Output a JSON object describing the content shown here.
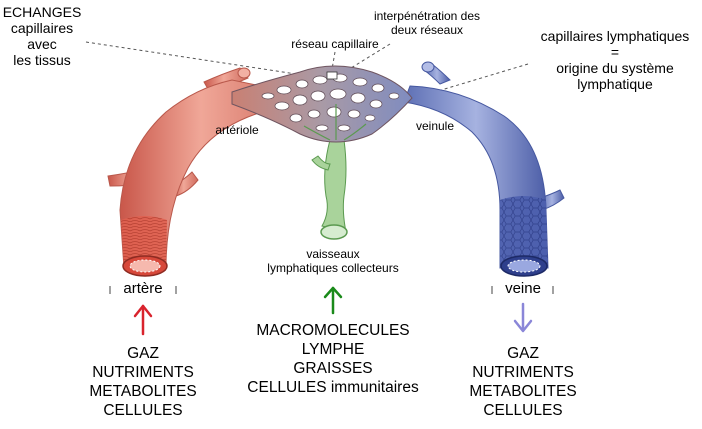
{
  "labels": {
    "echanges": [
      "ECHANGES",
      "capillaires",
      "avec",
      "les tissus"
    ],
    "reseau_capillaire": "réseau capillaire",
    "interpenetration": [
      "interpénétration des",
      "deux réseaux"
    ],
    "capillaires_lymphatiques": [
      "capillaires lymphatiques",
      "=",
      "origine du système",
      "lymphatique"
    ],
    "arteriole": "artériole",
    "veinule": "veinule",
    "vaisseaux": [
      "vaisseaux",
      "lymphatiques collecteurs"
    ],
    "artere": "artère",
    "veine": "veine"
  },
  "columns": {
    "left": [
      "GAZ",
      "NUTRIMENTS",
      "METABOLITES",
      "CELLULES"
    ],
    "center": [
      "MACROMOLECULES",
      "LYMPHE",
      "GRAISSES",
      "CELLULES immunitaires"
    ],
    "right": [
      "GAZ",
      "NUTRIMENTS",
      "METABOLITES",
      "CELLULES"
    ]
  },
  "arrows": {
    "left": {
      "direction": "up",
      "color": "#d9232d"
    },
    "center": {
      "direction": "up",
      "color": "#1a8a1a"
    },
    "right": {
      "direction": "down",
      "color": "#8a86d8"
    }
  },
  "colors": {
    "artery": "#e4877a",
    "artery_dark": "#c95a4c",
    "vein": "#7d8cc4",
    "vein_dark": "#3c4f9c",
    "lymph": "#a9d39b",
    "lymph_dark": "#5b9a50",
    "capillary": "#b28a96"
  }
}
